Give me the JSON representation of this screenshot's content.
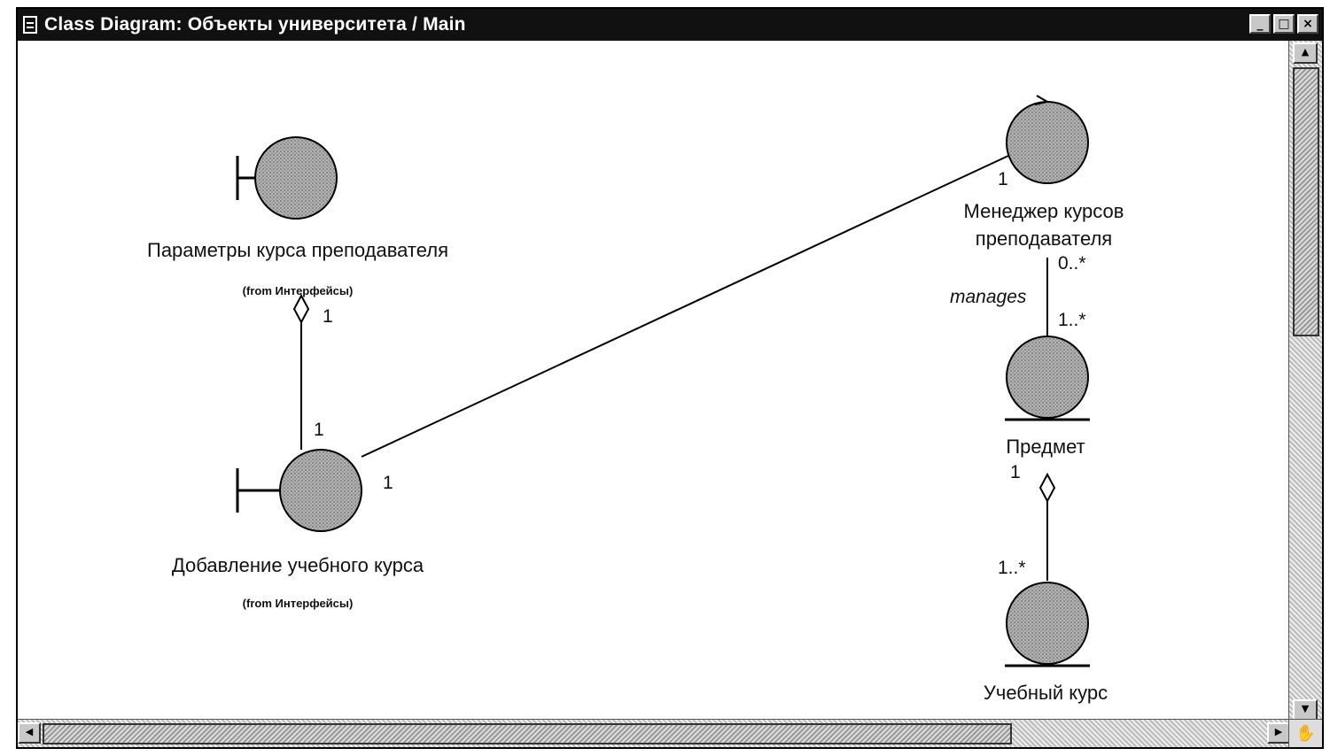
{
  "window": {
    "title": "Class Diagram: Объекты университета / Main",
    "icon": "class-diagram-icon",
    "controls": {
      "minimize": "_",
      "maximize": "□",
      "close": "×"
    }
  },
  "diagram": {
    "classes": {
      "course_params": {
        "name": "Параметры курса преподавателя",
        "from": "(from Интерфейсы)",
        "stereotype": "boundary"
      },
      "add_course": {
        "name": "Добавление учебного курса",
        "from": "(from Интерфейсы)",
        "stereotype": "boundary"
      },
      "course_manager": {
        "name_line1": "Менеджер курсов",
        "name_line2": "преподавателя",
        "stereotype": "control"
      },
      "subject": {
        "name": "Предмет",
        "stereotype": "entity"
      },
      "course": {
        "name": "Учебный курс",
        "stereotype": "entity"
      }
    },
    "relations": {
      "aggregation_params": {
        "mult_params": "1",
        "mult_add": "1"
      },
      "assoc_add_manager": {
        "mult_add": "1",
        "mult_manager": "1"
      },
      "manages": {
        "label": "manages",
        "mult_manager": "0..*",
        "mult_subject": "1..*"
      },
      "aggregation_subject": {
        "mult_subject": "1",
        "mult_course": "1..*"
      }
    }
  },
  "scrollbars": {
    "up_arrow": "▲",
    "down_arrow": "▼",
    "left_arrow": "◀",
    "right_arrow": "▶",
    "grab_icon": "✋"
  },
  "colors": {
    "titlebar": "#111111",
    "object_fill": "#a0a0a0"
  }
}
